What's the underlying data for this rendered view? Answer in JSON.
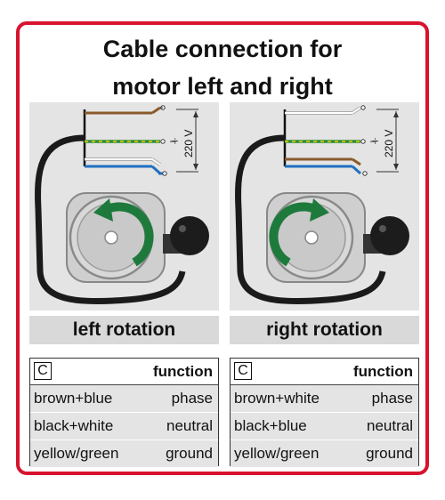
{
  "title_line1": "Cable connection for",
  "title_line2": "motor left and right",
  "colors": {
    "frame": "#d8132f",
    "brown": "#8b5a2b",
    "blue": "#1f6fbf",
    "green": "#2e8b3a",
    "yellow": "#e8d400",
    "arrow": "#1e7a3c"
  },
  "left": {
    "label": "left rotation",
    "voltage": "220 V",
    "tilde": "÷",
    "table": {
      "badge": "C",
      "header": "function",
      "rows": [
        {
          "wires": "brown+blue",
          "function": "phase"
        },
        {
          "wires": "black+white",
          "function": "neutral"
        },
        {
          "wires": "yellow/green",
          "function": "ground"
        }
      ]
    }
  },
  "right": {
    "label": "right rotation",
    "voltage": "220 V",
    "tilde": "÷",
    "table": {
      "badge": "C",
      "header": "function",
      "rows": [
        {
          "wires": "brown+white",
          "function": "phase"
        },
        {
          "wires": "black+blue",
          "function": "neutral"
        },
        {
          "wires": "yellow/green",
          "function": "ground"
        }
      ]
    }
  }
}
